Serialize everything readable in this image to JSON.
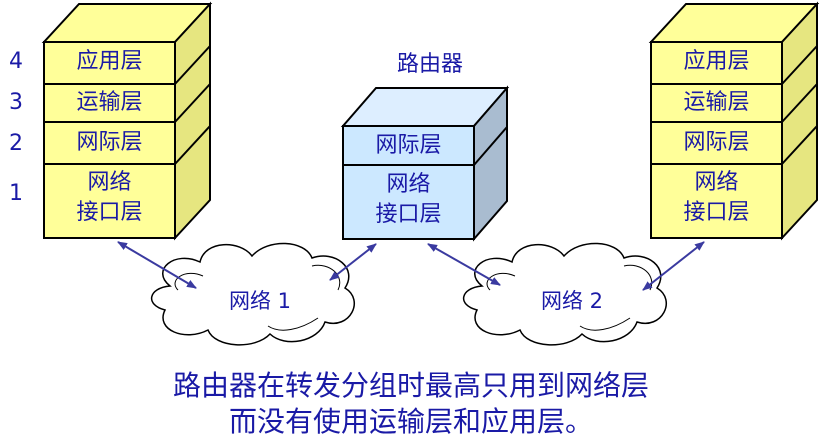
{
  "layer_numbers": [
    "4",
    "3",
    "2",
    "1"
  ],
  "host_left": {
    "layers": [
      "应用层",
      "运输层",
      "网际层",
      "网络\n接口层"
    ]
  },
  "router": {
    "title": "路由器",
    "layers": [
      "网际层",
      "网络\n接口层"
    ]
  },
  "host_right": {
    "layers": [
      "应用层",
      "运输层",
      "网际层",
      "网络\n接口层"
    ]
  },
  "networks": [
    "网络 1",
    "网络 2"
  ],
  "caption": {
    "line1": "路由器在转发分组时最高只用到网络层",
    "line2": "而没有使用运输层和应用层。"
  },
  "colors": {
    "host_front": "#ffff99",
    "host_top": "#ffff99",
    "host_side": "#e6e680",
    "router_front": "#cce8ff",
    "router_top": "#ddeeff",
    "router_side": "#a9bcd0",
    "text_blue": "#1a1aa6",
    "arrow": "#3a3aa0"
  }
}
